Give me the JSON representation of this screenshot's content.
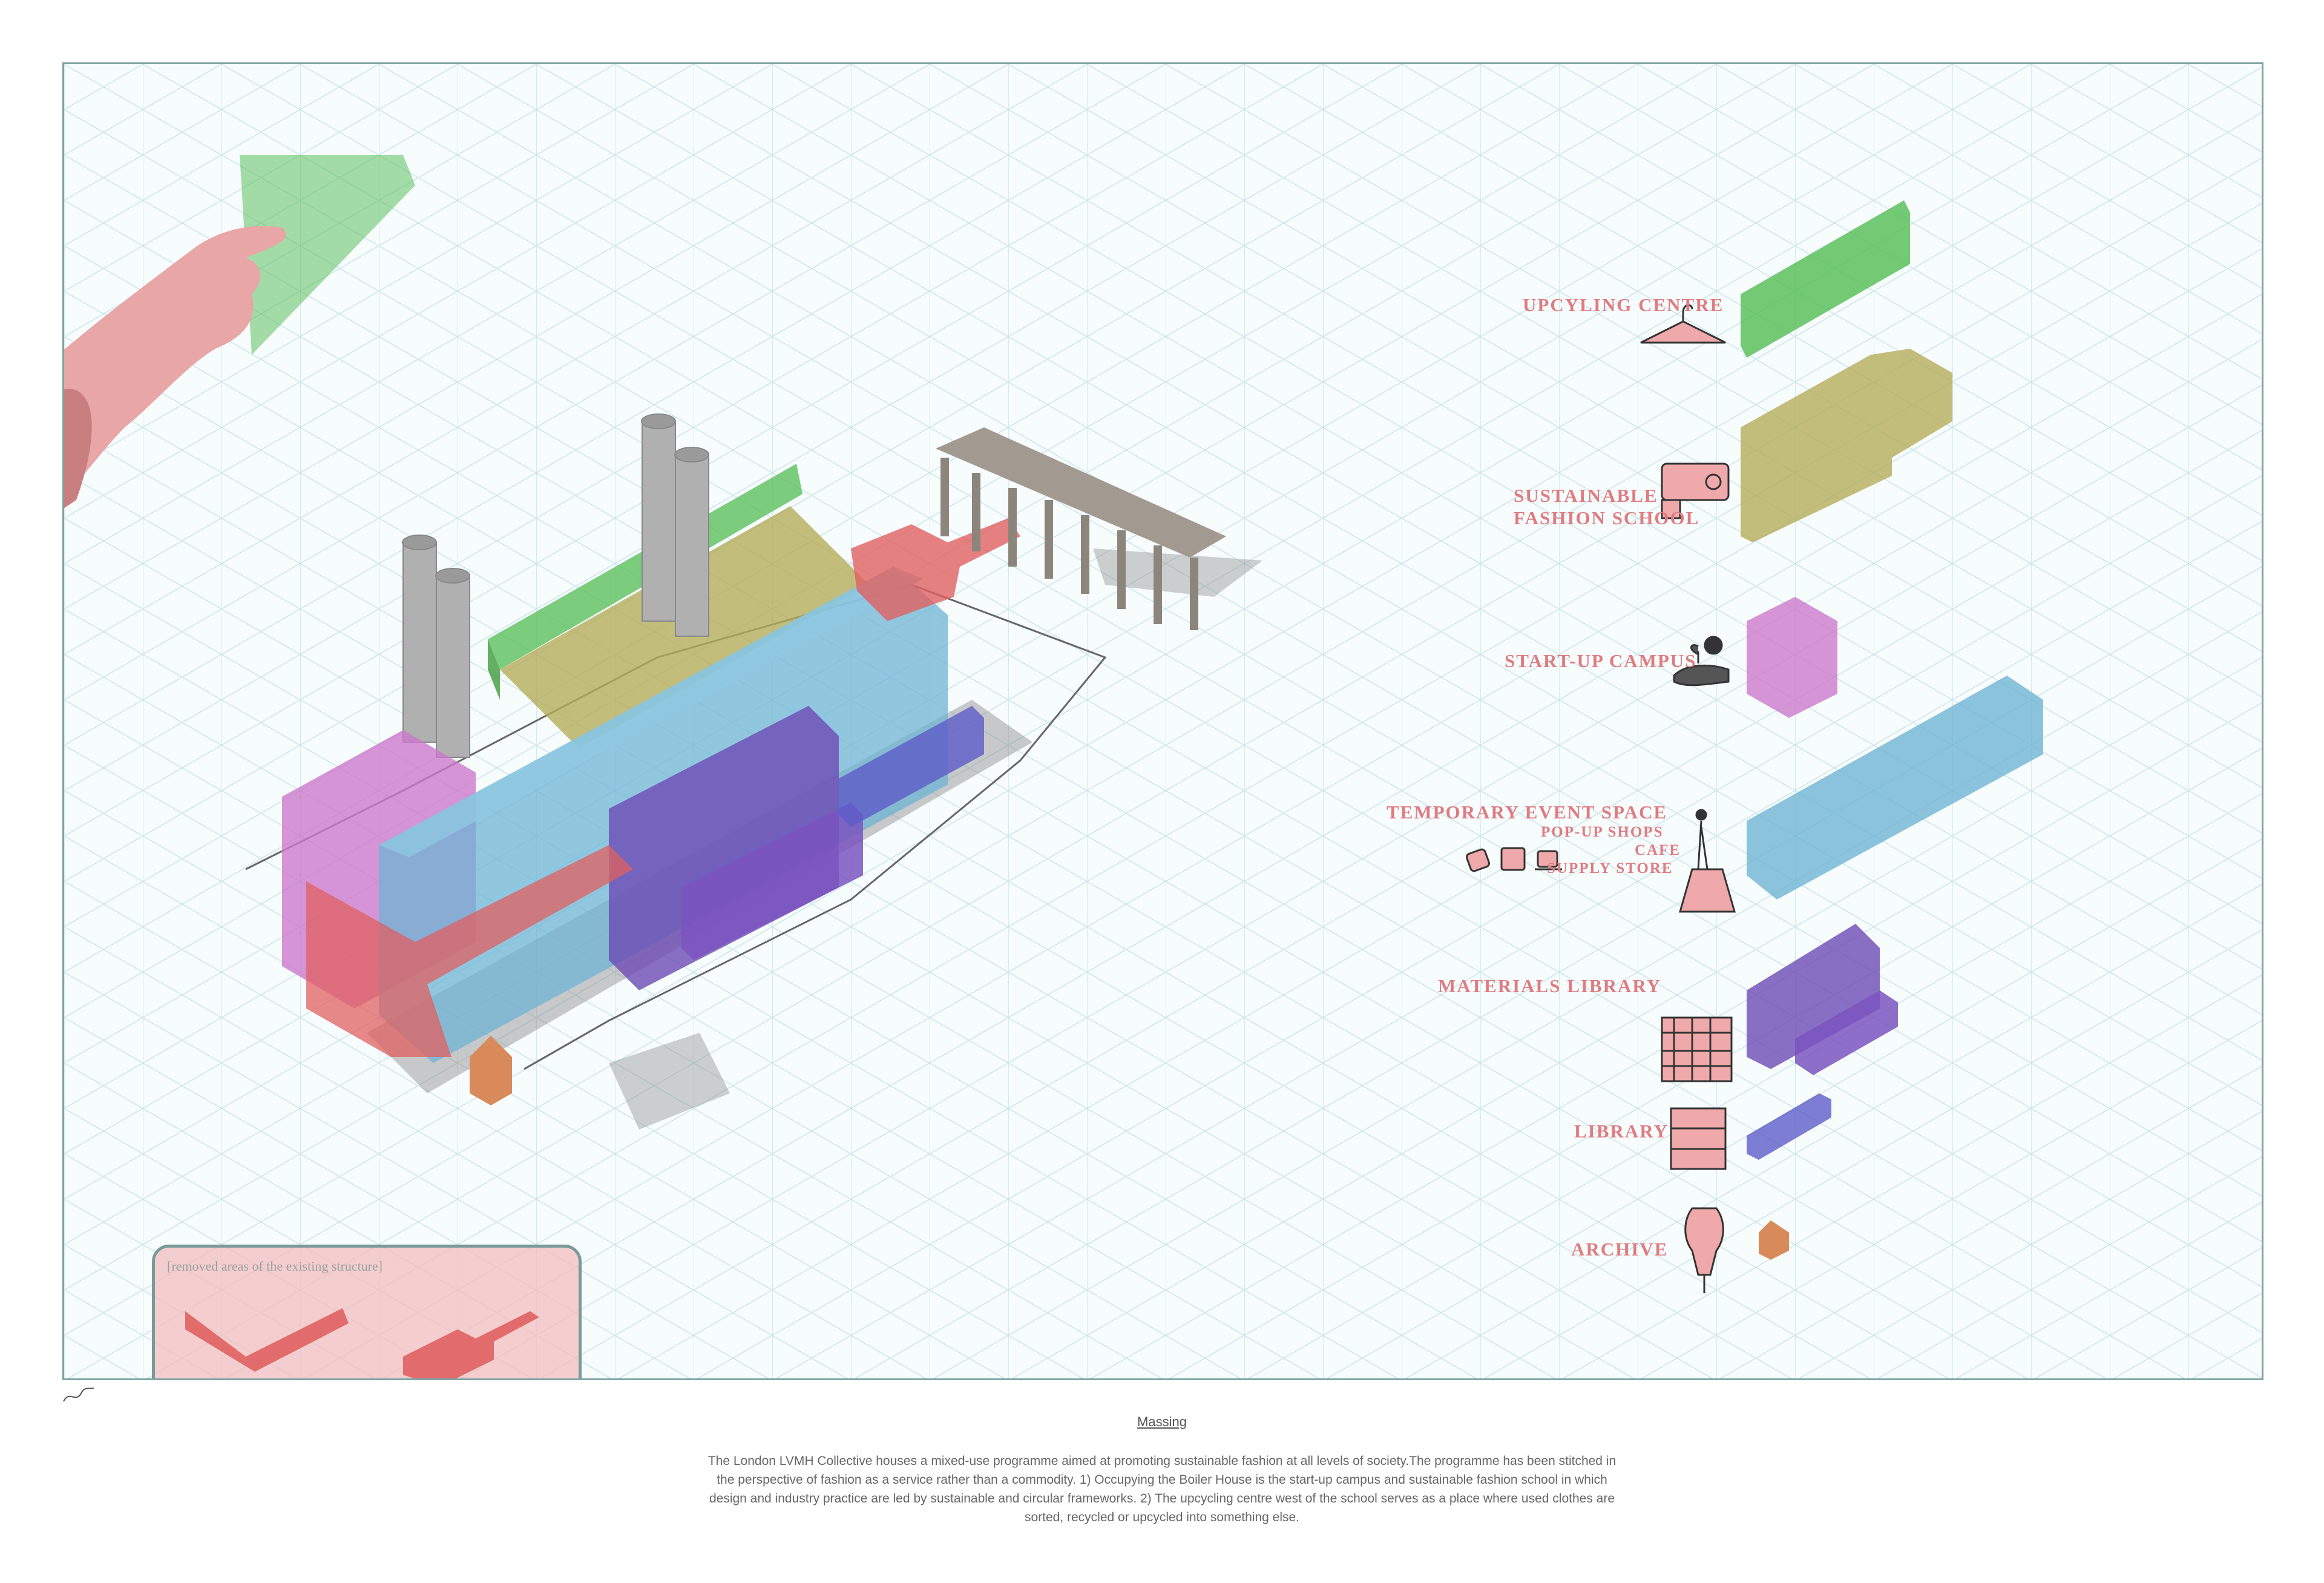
{
  "legend": {
    "caption": "[removed areas of the existing structure]"
  },
  "programme": [
    {
      "label": "UPCYLING CENTRE",
      "color": "#5cbf5c",
      "icon": "hanger-icon"
    },
    {
      "label": "SUSTAINABLE",
      "label2": "FASHION SCHOOL",
      "color": "#b4ad5a",
      "icon": "sewing-machine-icon"
    },
    {
      "label": "START-UP CAMPUS",
      "color": "#cc79cc",
      "icon": "money-plant-hand-icon"
    },
    {
      "label": "TEMPORARY EVENT SPACE",
      "sub": [
        "POP-UP SHOPS",
        "CAFE",
        "SUPPLY STORE"
      ],
      "color": "#6fb4d4",
      "icon": "runway-model-icon"
    },
    {
      "label": "MATERIALS LIBRARY",
      "color": "#6d4bb4",
      "icon": "fabric-swatch-icon"
    },
    {
      "label": "LIBRARY",
      "color": "#5c5cc8",
      "icon": "bookshelf-icon"
    },
    {
      "label": "ARCHIVE",
      "color": "#d88a5a",
      "icon": "dress-form-icon"
    }
  ],
  "caption": {
    "title": "Massing",
    "body": "The London LVMH Collective houses a mixed-use programme aimed at promoting sustainable fashion at all levels of society.The programme has been stitched in the perspective of fashion as a service rather than a commodity. 1) Occupying the Boiler House is the start-up campus and sustainable fashion school in which design and industry practice are led by sustainable and circular frameworks. 2) The upcycling centre west of the school serves as a place where used clothes are sorted, recycled or upcycled into something else."
  }
}
